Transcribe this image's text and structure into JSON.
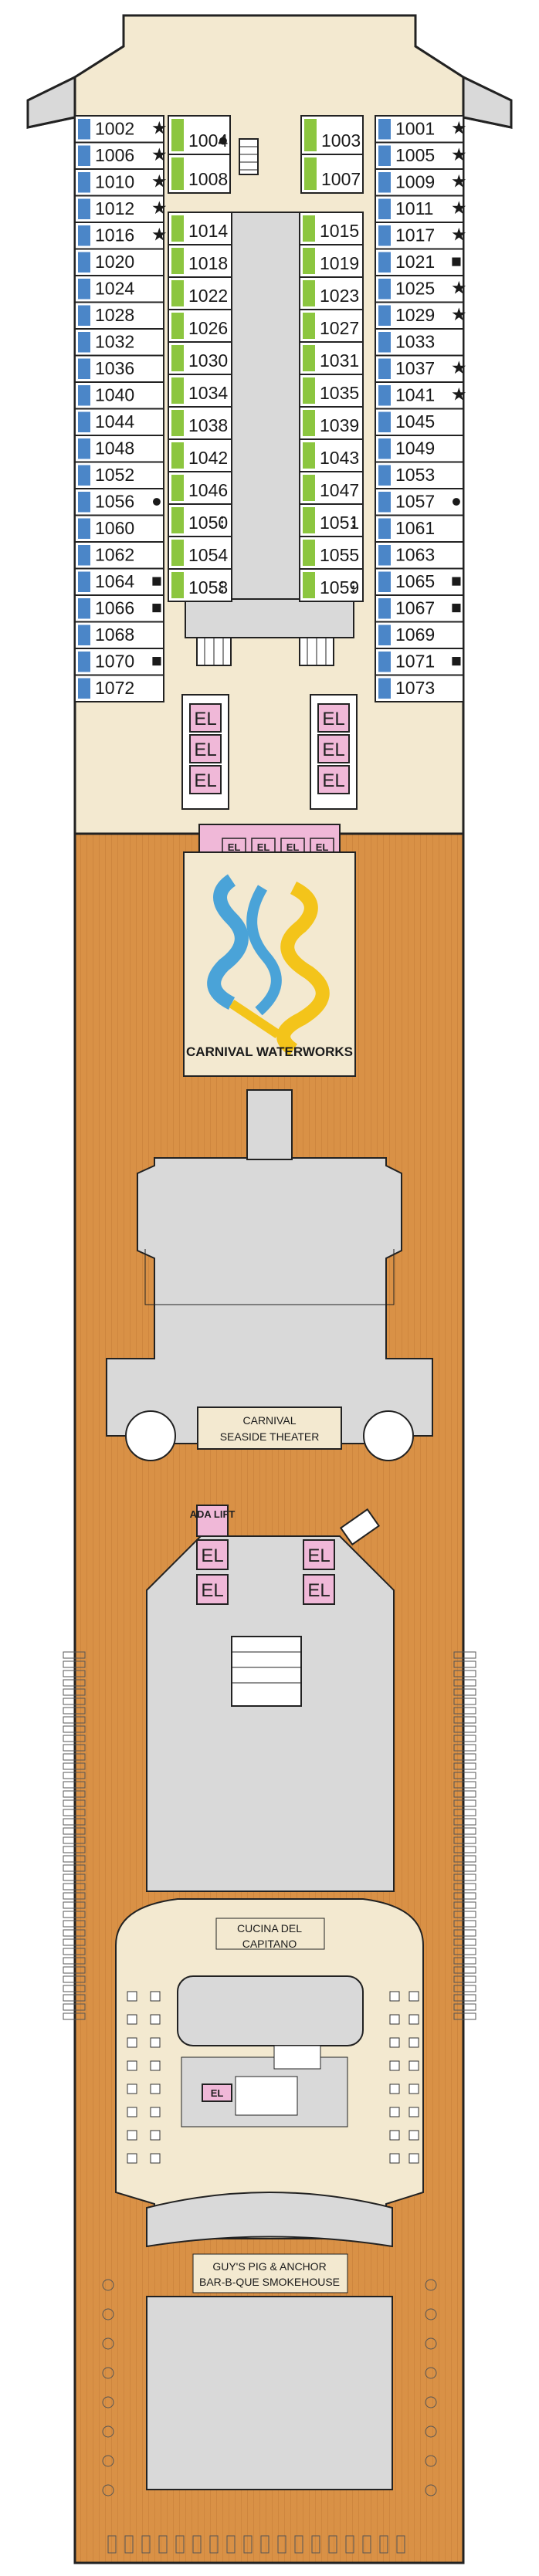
{
  "colors": {
    "background": "#ffffff",
    "hull_outline": "#222222",
    "bow_deck": "#f3e9d0",
    "open_deck": "#d99146",
    "deck_plank": "#c47a36",
    "interior": "#d9d9d9",
    "blue_cabin": "#4b86c8",
    "green_cabin": "#8cc63f",
    "cabin_white": "#ffffff",
    "elevator": "#f0b8d8",
    "slide_blue": "#4aa3d8",
    "slide_yellow": "#f3c41a",
    "venue_box": "#f3e9d0"
  },
  "cabins": {
    "left_outer": [
      {
        "num": "1002",
        "mark": "★"
      },
      {
        "num": "1006",
        "mark": "★"
      },
      {
        "num": "1010",
        "mark": "★"
      },
      {
        "num": "1012",
        "mark": "★"
      },
      {
        "num": "1016",
        "mark": "★"
      },
      {
        "num": "1020",
        "mark": ""
      },
      {
        "num": "1024",
        "mark": ""
      },
      {
        "num": "1028",
        "mark": ""
      },
      {
        "num": "1032",
        "mark": ""
      },
      {
        "num": "1036",
        "mark": ""
      },
      {
        "num": "1040",
        "mark": ""
      },
      {
        "num": "1044",
        "mark": ""
      },
      {
        "num": "1048",
        "mark": ""
      },
      {
        "num": "1052",
        "mark": ""
      },
      {
        "num": "1056",
        "mark": "●"
      },
      {
        "num": "1060",
        "mark": ""
      },
      {
        "num": "1062",
        "mark": ""
      },
      {
        "num": "1064",
        "mark": "■"
      },
      {
        "num": "1066",
        "mark": "■"
      },
      {
        "num": "1068",
        "mark": ""
      },
      {
        "num": "1070",
        "mark": "■"
      },
      {
        "num": "1072",
        "mark": ""
      }
    ],
    "right_outer": [
      {
        "num": "1001",
        "mark": "★"
      },
      {
        "num": "1005",
        "mark": "★"
      },
      {
        "num": "1009",
        "mark": "★"
      },
      {
        "num": "1011",
        "mark": "★"
      },
      {
        "num": "1017",
        "mark": "★"
      },
      {
        "num": "1021",
        "mark": "■"
      },
      {
        "num": "1025",
        "mark": "★"
      },
      {
        "num": "1029",
        "mark": "★"
      },
      {
        "num": "1033",
        "mark": ""
      },
      {
        "num": "1037",
        "mark": "★"
      },
      {
        "num": "1041",
        "mark": "★"
      },
      {
        "num": "1045",
        "mark": ""
      },
      {
        "num": "1049",
        "mark": ""
      },
      {
        "num": "1053",
        "mark": ""
      },
      {
        "num": "1057",
        "mark": "●"
      },
      {
        "num": "1061",
        "mark": ""
      },
      {
        "num": "1063",
        "mark": ""
      },
      {
        "num": "1065",
        "mark": "■"
      },
      {
        "num": "1067",
        "mark": "■"
      },
      {
        "num": "1069",
        "mark": ""
      },
      {
        "num": "1071",
        "mark": "■"
      },
      {
        "num": "1073",
        "mark": ""
      }
    ],
    "left_top": [
      {
        "num": "1004",
        "mark": "●"
      },
      {
        "num": "1008",
        "mark": ""
      }
    ],
    "right_top": [
      {
        "num": "1003",
        "mark": ""
      },
      {
        "num": "1007",
        "mark": ""
      }
    ],
    "left_inner": [
      {
        "num": "1014",
        "mark": ""
      },
      {
        "num": "1018",
        "mark": ""
      },
      {
        "num": "1022",
        "mark": ""
      },
      {
        "num": "1026",
        "mark": ""
      },
      {
        "num": "1030",
        "mark": ""
      },
      {
        "num": "1034",
        "mark": ""
      },
      {
        "num": "1038",
        "mark": ""
      },
      {
        "num": "1042",
        "mark": ""
      },
      {
        "num": "1046",
        "mark": ""
      },
      {
        "num": "1050",
        "mark": "⁝"
      },
      {
        "num": "1054",
        "mark": ""
      },
      {
        "num": "1058",
        "mark": "⁝"
      }
    ],
    "right_inner": [
      {
        "num": "1015",
        "mark": ""
      },
      {
        "num": "1019",
        "mark": ""
      },
      {
        "num": "1023",
        "mark": ""
      },
      {
        "num": "1027",
        "mark": ""
      },
      {
        "num": "1031",
        "mark": ""
      },
      {
        "num": "1035",
        "mark": ""
      },
      {
        "num": "1039",
        "mark": ""
      },
      {
        "num": "1043",
        "mark": ""
      },
      {
        "num": "1047",
        "mark": ""
      },
      {
        "num": "1051",
        "mark": "⁝"
      },
      {
        "num": "1055",
        "mark": ""
      },
      {
        "num": "1059",
        "mark": "⁝"
      }
    ]
  },
  "elevators": {
    "label": "EL",
    "small_label": "EL",
    "ada_lift": "ADA LIFT"
  },
  "venues": {
    "waterworks": "CARNIVAL WATERWORKS",
    "theater_line1": "CARNIVAL",
    "theater_line2": "SEASIDE THEATER",
    "cucina_line1": "CUCINA DEL",
    "cucina_line2": "CAPITANO",
    "guys_line1": "GUY'S PIG & ANCHOR",
    "guys_line2": "BAR-B-QUE SMOKEHOUSE"
  },
  "icons": [
    "star-marker-icon",
    "dot-marker-icon",
    "square-marker-icon",
    "stairs-icon",
    "water-slide-icon",
    "dining-table-icon",
    "lounge-chair-icon"
  ]
}
